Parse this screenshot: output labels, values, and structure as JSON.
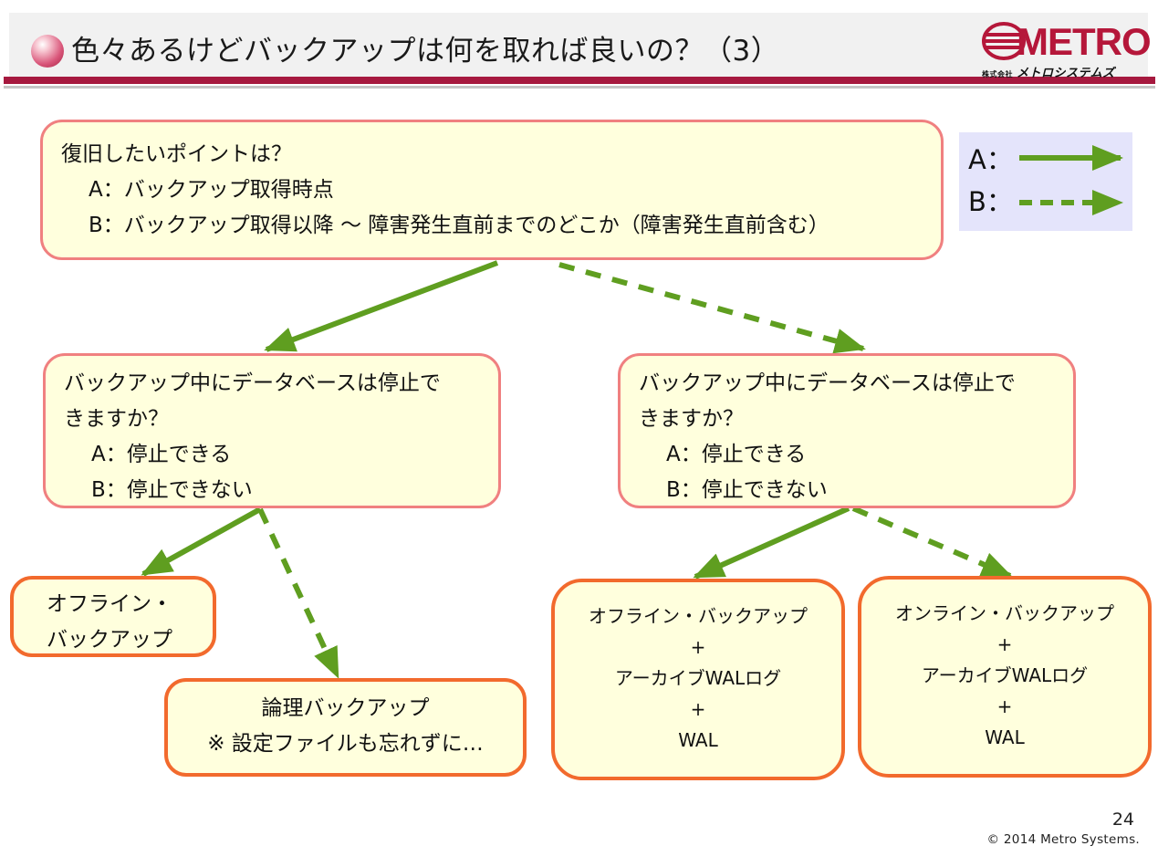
{
  "header": {
    "title": "色々あるけどバックアップは何を取れば良いの？（3）",
    "logo_text": "METRO",
    "logo_sub_small": "株式会社",
    "logo_sub": "メトロシステムズ"
  },
  "legend": {
    "a_label": "A：",
    "b_label": "B：",
    "a_style": "solid",
    "b_style": "dashed"
  },
  "boxes": {
    "root": {
      "question": "復旧したいポイントは？",
      "option_a": "A：バックアップ取得時点",
      "option_b": "B：バックアップ取得以降 〜 障害発生直前までのどこか（障害発生直前含む）"
    },
    "q_left": {
      "line1": "バックアップ中にデータベースは停止で",
      "line2": "きますか？",
      "option_a": "A：停止できる",
      "option_b": "B：停止できない"
    },
    "q_right": {
      "line1": "バックアップ中にデータベースは停止で",
      "line2": "きますか？",
      "option_a": "A：停止できる",
      "option_b": "B：停止できない"
    },
    "offline": {
      "line1": "オフライン・",
      "line2": "バックアップ"
    },
    "logical": {
      "line1": "論理バックアップ",
      "line2": "※ 設定ファイルも忘れずに…"
    },
    "res_left": {
      "line1": "オフライン・バックアップ",
      "plus1": "+",
      "line2": "アーカイブWALログ",
      "plus2": "+",
      "line3": "WAL"
    },
    "res_right": {
      "line1": "オンライン・バックアップ",
      "plus1": "+",
      "line2": "アーカイブWALログ",
      "plus2": "+",
      "line3": "WAL"
    }
  },
  "colors": {
    "arrow": "#5f9e20",
    "question_border": "#f08080",
    "result_border": "#f26a2d",
    "box_fill": "#ffffdd",
    "header_bar": "#a6193f",
    "legend_bg": "#e4e4fb"
  },
  "footer": {
    "page_number": "24",
    "copyright": "© 2014 Metro Systems."
  }
}
